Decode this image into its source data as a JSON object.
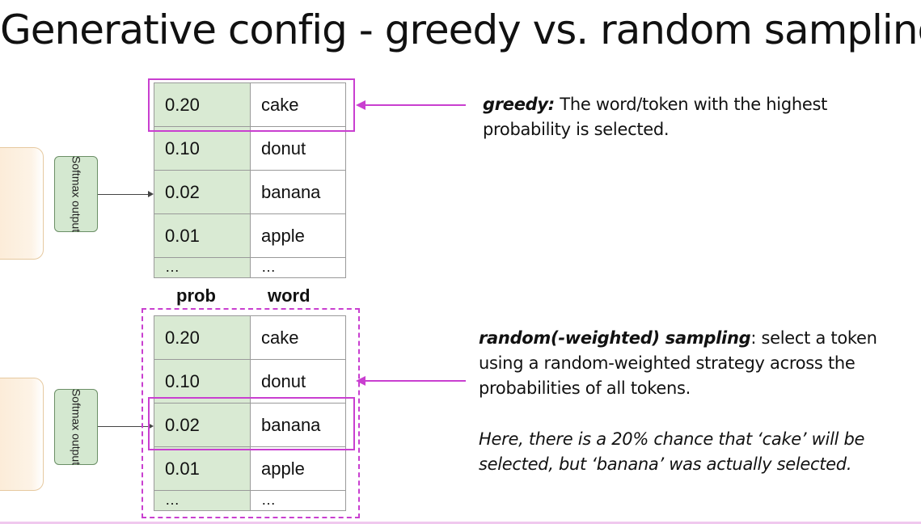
{
  "title": "Generative config - greedy vs. random sampling",
  "softmax_label": "Softmax output",
  "column_headers": {
    "prob": "prob",
    "word": "word"
  },
  "tables": [
    {
      "rows": [
        {
          "prob": "0.20",
          "word": "cake"
        },
        {
          "prob": "0.10",
          "word": "donut"
        },
        {
          "prob": "0.02",
          "word": "banana"
        },
        {
          "prob": "0.01",
          "word": "apple"
        },
        {
          "prob": "…",
          "word": "…"
        }
      ],
      "selected_word": "cake"
    },
    {
      "rows": [
        {
          "prob": "0.20",
          "word": "cake"
        },
        {
          "prob": "0.10",
          "word": "donut"
        },
        {
          "prob": "0.02",
          "word": "banana"
        },
        {
          "prob": "0.01",
          "word": "apple"
        },
        {
          "prob": "…",
          "word": "…"
        }
      ],
      "selected_word": "banana"
    }
  ],
  "greedy": {
    "term": "greedy:",
    "text": "The word/token with the highest probability is selected."
  },
  "random": {
    "term": "random(-weighted) sampling",
    "text": ": select a token using a random-weighted strategy across the probabilities of all tokens.",
    "note": "Here, there is a 20% chance that ‘cake’ will be selected, but ‘banana’ was actually selected."
  },
  "colors": {
    "highlight": "#c93fd0",
    "prob_cell": "#d9ead3",
    "softmax_box": "#d4e8d0",
    "orange_block": "#fbe9d2"
  }
}
